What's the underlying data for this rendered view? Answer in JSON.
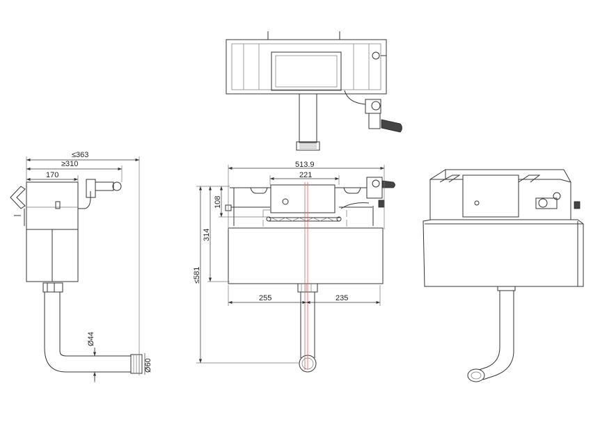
{
  "side_view": {
    "dim_overall_max": "≤363",
    "dim_overall_min": "≥310",
    "dim_cistern_depth": "170",
    "dim_pipe_diameter": "Ø44",
    "dim_outlet_diameter": "Ø60"
  },
  "front_view": {
    "dim_width": "513.9",
    "dim_frame_width": "221",
    "dim_upper_height": "108",
    "dim_tank_height": "314",
    "dim_total_height_max": "≤581",
    "dim_left_offset": "255",
    "dim_right_offset": "235"
  },
  "colors": {
    "line": "#333333",
    "centerline": "#e06060"
  }
}
